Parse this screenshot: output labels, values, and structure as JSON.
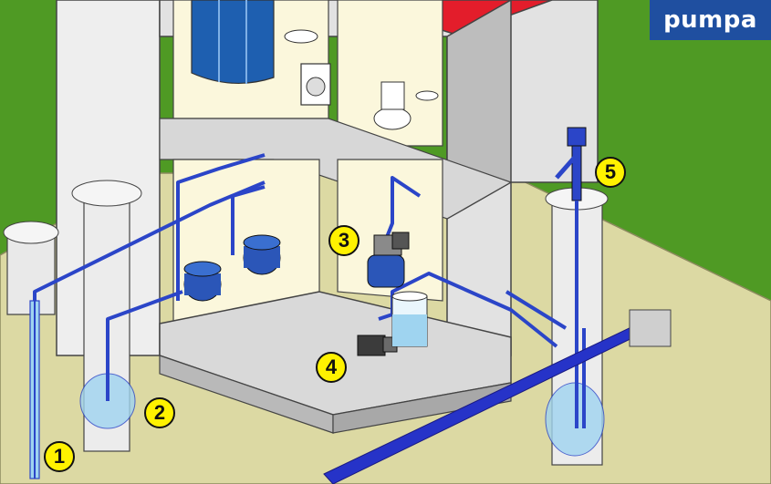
{
  "brand": {
    "logo_text": "pumpa",
    "color": "#1f4fa0"
  },
  "markers": [
    {
      "id": "1",
      "label": "1"
    },
    {
      "id": "2",
      "label": "2"
    },
    {
      "id": "3",
      "label": "3"
    },
    {
      "id": "4",
      "label": "4"
    },
    {
      "id": "5",
      "label": "5"
    }
  ],
  "colors": {
    "grass": "#4f9a24",
    "soil": "#dcd9a3",
    "wall": "#e3e3e3",
    "wall_shade": "#bdbdbd",
    "room": "#fbf7dc",
    "pipe": "#2b45c8",
    "water": "#9fd4f0",
    "marker_fill": "#fff200",
    "roof": "#e31d2b"
  }
}
